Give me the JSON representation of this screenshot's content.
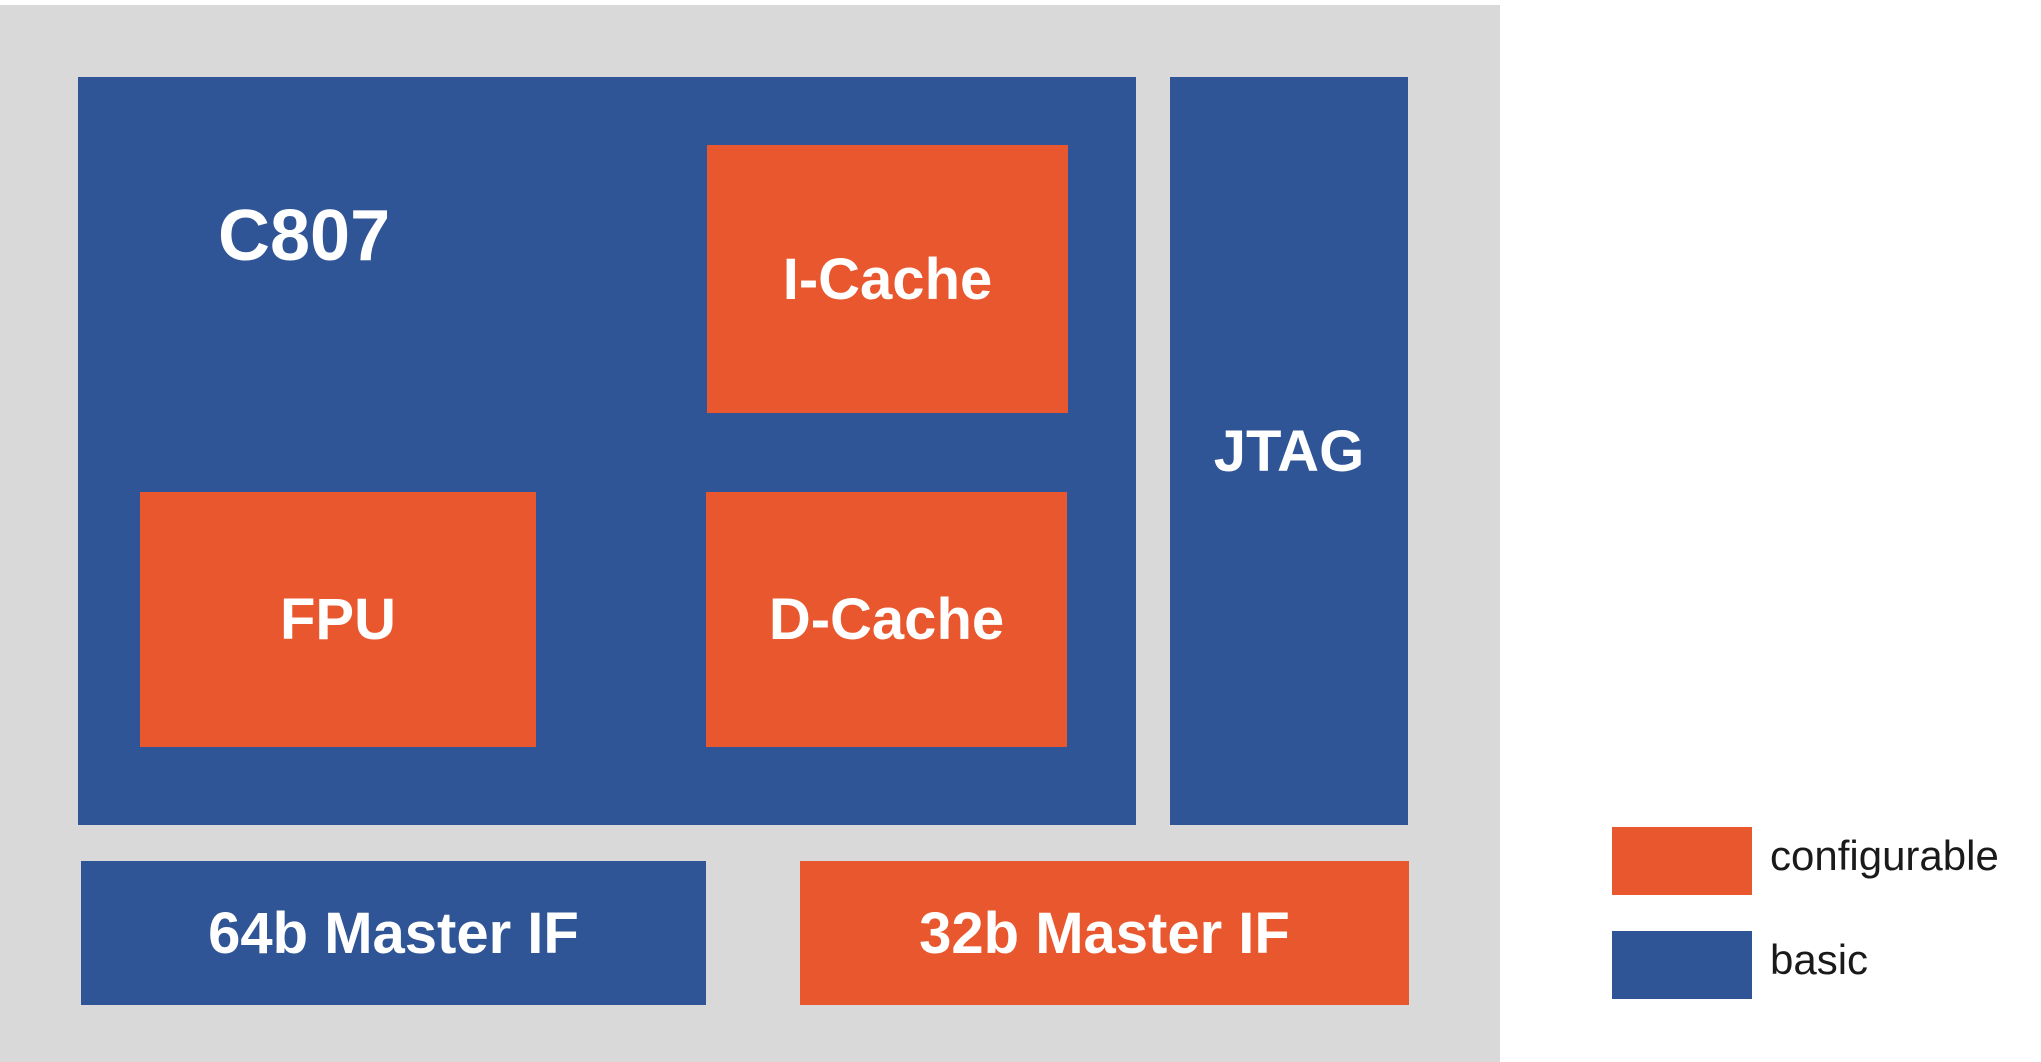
{
  "colors": {
    "configurable": "#e9572e",
    "basic": "#305596",
    "frame": "#d9d9d9",
    "text": "#ffffff"
  },
  "diagram": {
    "core": {
      "label": "C807",
      "kind": "basic"
    },
    "blocks": {
      "icache": {
        "label": "I-Cache",
        "kind": "configurable"
      },
      "fpu": {
        "label": "FPU",
        "kind": "configurable"
      },
      "dcache": {
        "label": "D-Cache",
        "kind": "configurable"
      },
      "jtag": {
        "label": "JTAG",
        "kind": "basic"
      },
      "master64": {
        "label": "64b Master IF",
        "kind": "basic"
      },
      "master32": {
        "label": "32b Master IF",
        "kind": "configurable"
      }
    }
  },
  "legend": {
    "configurable": "configurable",
    "basic": "basic"
  }
}
